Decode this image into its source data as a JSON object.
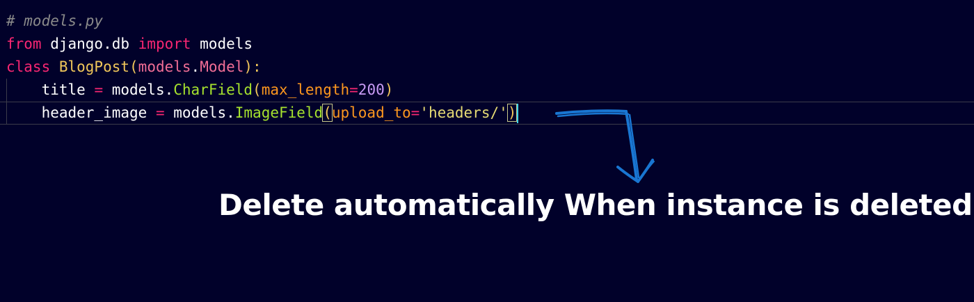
{
  "editor": {
    "line1": {
      "comment": "# models.py"
    },
    "line2": {
      "kw_from": "from",
      "module": " django.db ",
      "kw_import": "import",
      "name": " models"
    },
    "line3": {
      "kw_class": "class",
      "class_name": " BlogPost",
      "open": "(",
      "base_mod": "models",
      "dot": ".",
      "base_cls": "Model",
      "close": "):"
    },
    "line4": {
      "indent": "    ",
      "field": "title ",
      "eq": "=",
      "obj": " models.",
      "fn": "CharField",
      "open": "(",
      "param": "max_length",
      "peq": "=",
      "value": "200",
      "close": ")"
    },
    "line5": {
      "indent": "    ",
      "field": "header_image ",
      "eq": "=",
      "obj": " models.",
      "fn": "ImageField",
      "open": "(",
      "param": "upload_to",
      "peq": "=",
      "value": "'headers/'",
      "close": ")"
    }
  },
  "annotation": {
    "text": "Delete automatically When instance is deleted",
    "arrow_color": "#1976d2"
  },
  "colors": {
    "background": "#01012a",
    "keyword": "#f92672",
    "function": "#a6e22e",
    "string": "#e6db74",
    "cursor": "#3fd4e8"
  }
}
